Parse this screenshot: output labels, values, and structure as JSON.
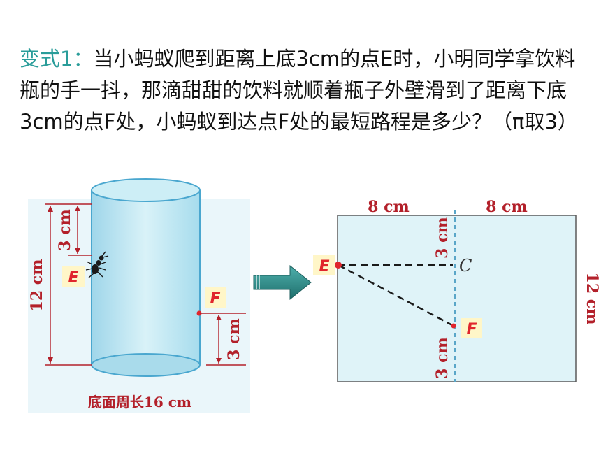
{
  "problem": {
    "lead": "变式1：",
    "text": "当小蚂蚁爬到距离上底3cm的点E时，小明同学拿饮料瓶的手一抖，那滴甜甜的饮料就顺着瓶子外壁滑到了距离下底3cm的点F处，小蚂蚁到达点F处的最短路程是多少？（π取3）"
  },
  "cylinder": {
    "dim_height": "12 cm",
    "dim_top": "3 cm",
    "dim_bottom": "3 cm",
    "point_e": "E",
    "point_f": "F",
    "caption": "底面周长16 cm",
    "colors": {
      "body": "#bfe8f2",
      "outline": "#4aa7cf",
      "dimension": "#b3202a"
    }
  },
  "unfolded": {
    "dim_left_top": "8 cm",
    "dim_right_top": "8 cm",
    "dim_right_side": "12 cm",
    "dim_upper": "3 cm",
    "dim_lower": "3 cm",
    "point_e": "E",
    "point_c": "C",
    "point_f": "F",
    "colors": {
      "rect": "#dff3f8",
      "border": "#5a5a5a",
      "center_line": "#5aa6c8"
    }
  },
  "arrow": {
    "color": "#2c8c8a"
  }
}
